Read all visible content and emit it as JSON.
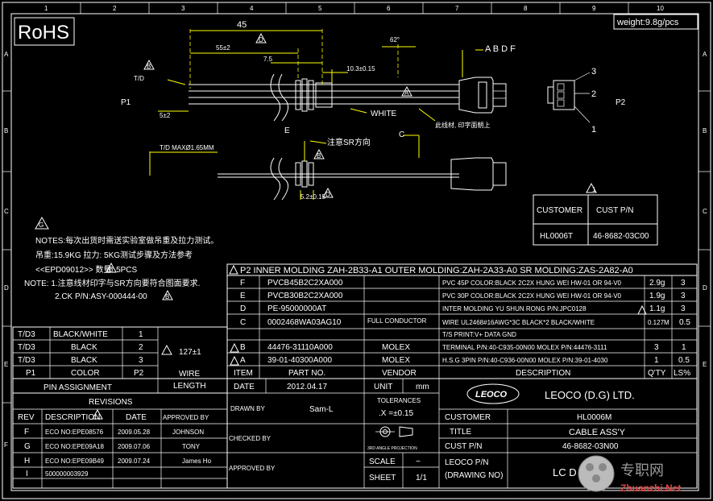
{
  "border": {
    "col_numbers": [
      "1",
      "2",
      "3",
      "4",
      "5",
      "6",
      "7",
      "8",
      "9",
      "10"
    ],
    "row_letters_left": [
      "A",
      "B",
      "C",
      "D",
      "E",
      "F"
    ],
    "row_letters_right": [
      "A",
      "B",
      "C",
      "D",
      "E"
    ]
  },
  "header": {
    "rohs": "RoHS",
    "weight": "weight:9.8g/pcs"
  },
  "drawing": {
    "dim_45": "45",
    "dim_55": "55±2",
    "dim_75": "7.5",
    "dim_5": "5±2",
    "dim_103": "10.3±0.15",
    "dim_52": "5.2±0.15",
    "dim_angle": "62°",
    "td_label": "T/D",
    "td_max": "T/D MAXØ1.65MM",
    "label_abdf": "A B D F",
    "label_white": "WHITE",
    "label_note_cn": "此线材, 印字面朝上",
    "label_e": "E",
    "label_sr": "注意SR方向",
    "label_c": "C",
    "p1": "P1",
    "p2": "P2",
    "pin3": "3",
    "pin2": "2",
    "pin1": "1",
    "tri_d": "D",
    "tri_b": "B",
    "tri_a": "A",
    "tri_g": "G",
    "tri_1": "1"
  },
  "customer_box": {
    "h1": "CUSTOMER",
    "h2": "CUST  P/N",
    "v1": "HL0006T",
    "v2": "46-8682-03C00"
  },
  "notes": {
    "n1": "NOTES:每次出货时需送实验室做吊重及拉力测试。",
    "n2": "吊重:15.9KG  拉力:  5KG测试步骤及方法参考",
    "n3": "<<EPD09012>>  数量: 5PCS",
    "n4": "NOTE: 1.注意线材印字与SR方向要符合图面要求.",
    "n5": "2.CK P/N:ASY-000444-00"
  },
  "bom": {
    "title": "P2 INNER MOLDING ZAH-2B33-A1 OUTER MOLDING:ZAH-2A33-A0  SR MOLDING:ZAS-2A82-A0",
    "rows": [
      {
        "item": "F",
        "part": "PVCB45B2C2XA000",
        "vendor": "",
        "desc": "PVC 45P COLOR:BLACK 2C2X HUNG WEI HW-01 OR 94-V0",
        "qty": "2.9g",
        "ls": "3"
      },
      {
        "item": "E",
        "part": "PVCB30B2C2XA000",
        "vendor": "",
        "desc": "PVC 30P COLOR:BLACK 2C2X HUNG WEI HW-01 OR 94-V0",
        "qty": "1.9g",
        "ls": "3"
      },
      {
        "item": "D",
        "part": "PE-95000000AT",
        "vendor": "",
        "desc": "INTER MOLDING YU SHUN RONG P/N:JPC0128",
        "qty": "1.1g",
        "ls": "3"
      },
      {
        "item": "C",
        "part": "0002468WA03AG10",
        "vendor": "FULL CONDUCTOR",
        "desc": "WIRE UL2468#16AWG*3C BLACK*2 BLACK/WHITE",
        "qty": "0.127M",
        "ls": "0.5"
      },
      {
        "item": "",
        "part": "",
        "vendor": "",
        "desc": "T/S PRINT:V+  DATA  GND",
        "qty": "",
        "ls": ""
      },
      {
        "item": "B",
        "part": "44476-31110A000",
        "vendor": "MOLEX",
        "desc": "TERMINAL P/N:40-C935-00N00 MOLEX P/N:44476-3111",
        "qty": "3",
        "ls": "1"
      },
      {
        "item": "A",
        "part": "39-01-40300A000",
        "vendor": "MOLEX",
        "desc": "H.S.G 3PIN P/N:40-C936-00N00 MOLEX P/N:39-01-4030",
        "qty": "1",
        "ls": "0.5"
      }
    ],
    "headers": {
      "item": "ITEM",
      "part": "PART NO.",
      "vendor": "VENDOR",
      "desc": "DESCRIPTION",
      "qty": "Q'TY",
      "ls": "LS%"
    }
  },
  "pins": {
    "rows": [
      {
        "a": "T/D3",
        "b": "BLACK/WHITE",
        "c": "1"
      },
      {
        "a": "T/D3",
        "b": "BLACK",
        "c": "2"
      },
      {
        "a": "T/D3",
        "b": "BLACK",
        "c": "3"
      },
      {
        "a": "P1",
        "b": "COLOR",
        "c": "P2"
      }
    ],
    "title": "PIN ASSIGNMENT",
    "wire": "WIRE",
    "length": "LENGTH",
    "len_val": "127±1"
  },
  "revisions": {
    "title": "REVISIONS",
    "headers": {
      "rev": "REV",
      "desc": "DESCRIPTION",
      "date": "DATE",
      "by": "APPROVED BY"
    },
    "rows": [
      {
        "rev": "F",
        "desc": "ECO NO:EPE08576",
        "date": "2009.05.28",
        "by": "JOHNSON"
      },
      {
        "rev": "G",
        "desc": "ECO NO:EPE09A18",
        "date": "2009.07.06",
        "by": "TONY"
      },
      {
        "rev": "H",
        "desc": "ECO NO:EPE09B49",
        "date": "2009.07.24",
        "by": "James Ho"
      },
      {
        "rev": "I",
        "desc": "500000003929",
        "date": "",
        "by": ""
      }
    ]
  },
  "titleblock": {
    "date_label": "DATE",
    "date": "2012.04.17",
    "unit_label": "UNIT",
    "unit": "mm",
    "drawn_by_label": "DRAWN BY",
    "drawn_by": "Sam-L",
    "checked_by_label": "CHECKED  BY",
    "approved_by_label": "APPROVED BY",
    "tolerances": "TOLERANCES",
    "tol_val": ".X  =±0.15",
    "projection": "3RD ANGLE PROJECTION",
    "scale_label": "SCALE",
    "scale": "~",
    "sheet_label": "SHEET",
    "sheet": "1/1",
    "logo": "LEOCO",
    "company": "LEOCO (D.G) LTD.",
    "customer_label": "CUSTOMER",
    "customer": "HL0006M",
    "title_label": "TITLE",
    "title": "CABLE ASS'Y",
    "cust_pn_label": "CUST  P/N",
    "cust_pn": "46-8682-03N00",
    "leoco_pn_label": "LEOCO  P/N",
    "drawing_no_label": "(DRAWING NO)",
    "drawing_no": "LC      D"
  },
  "watermark": {
    "cn": "专职网",
    "en": "Zhuanzhi.Net"
  }
}
